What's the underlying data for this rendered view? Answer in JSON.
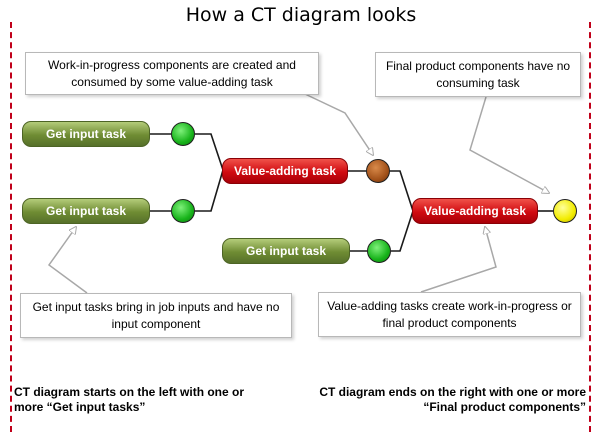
{
  "title": "How a CT diagram looks",
  "callouts": {
    "wip": "Work-in-progress components are created and consumed by some value-adding task",
    "final": "Final product components have no consuming task",
    "get_input": "Get input tasks bring in job inputs and have no input component",
    "value_adding": "Value-adding tasks create work-in-progress or final product components"
  },
  "tasks": {
    "get_input_1": "Get input task",
    "get_input_2": "Get input task",
    "get_input_3": "Get input task",
    "value_adding_1": "Value-adding task",
    "value_adding_2": "Value-adding task"
  },
  "notes": {
    "left": "CT diagram starts on the left with one or more “Get input tasks”",
    "right": "CT diagram ends on the right with one or more “Final product components”"
  },
  "colors": {
    "get_input_task": "#6f8c33",
    "value_adding_task": "#d00a10",
    "input_component": "#17b31a",
    "wip_component": "#a3521a",
    "final_component": "#f2ec00",
    "boundary_line": "#c0001a"
  }
}
